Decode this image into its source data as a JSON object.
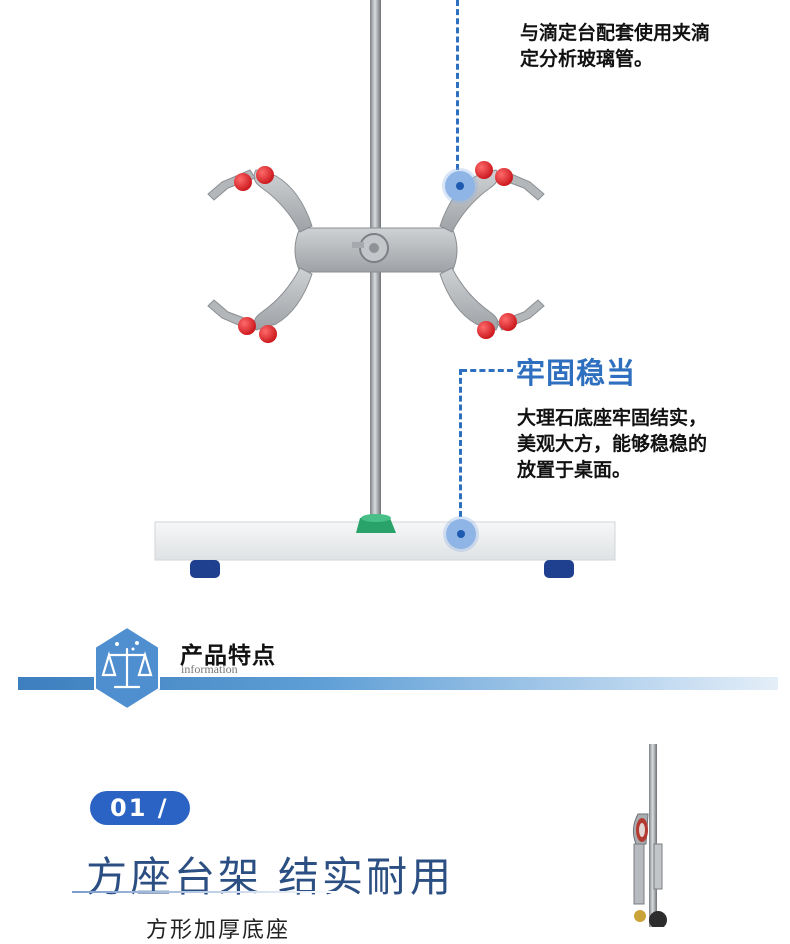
{
  "top_callout": {
    "text": "与滴定台配套使用夹滴\n定分析玻璃管。"
  },
  "stability_callout": {
    "title": "牢固稳当",
    "text": "大理石底座牢固结实，\n美观大方，能够稳稳的\n放置于桌面。"
  },
  "section_header": {
    "title": "产品特点",
    "subtitle": "information"
  },
  "feature": {
    "number": "01 /",
    "title": "方座台架 结实耐用",
    "subtitle": "方形加厚底座"
  },
  "colors": {
    "accent": "#2f6fbf",
    "badge": "#2a63c4",
    "title_text": "#2b4f82",
    "clamp_metal": "#b9bcbf",
    "rubber_tips": "#e0262b",
    "base": "#eef0f1",
    "feet": "#1f3f8f",
    "collar": "#2aa36a"
  },
  "icons": {
    "section": "lab-flask-hexagon-icon"
  }
}
